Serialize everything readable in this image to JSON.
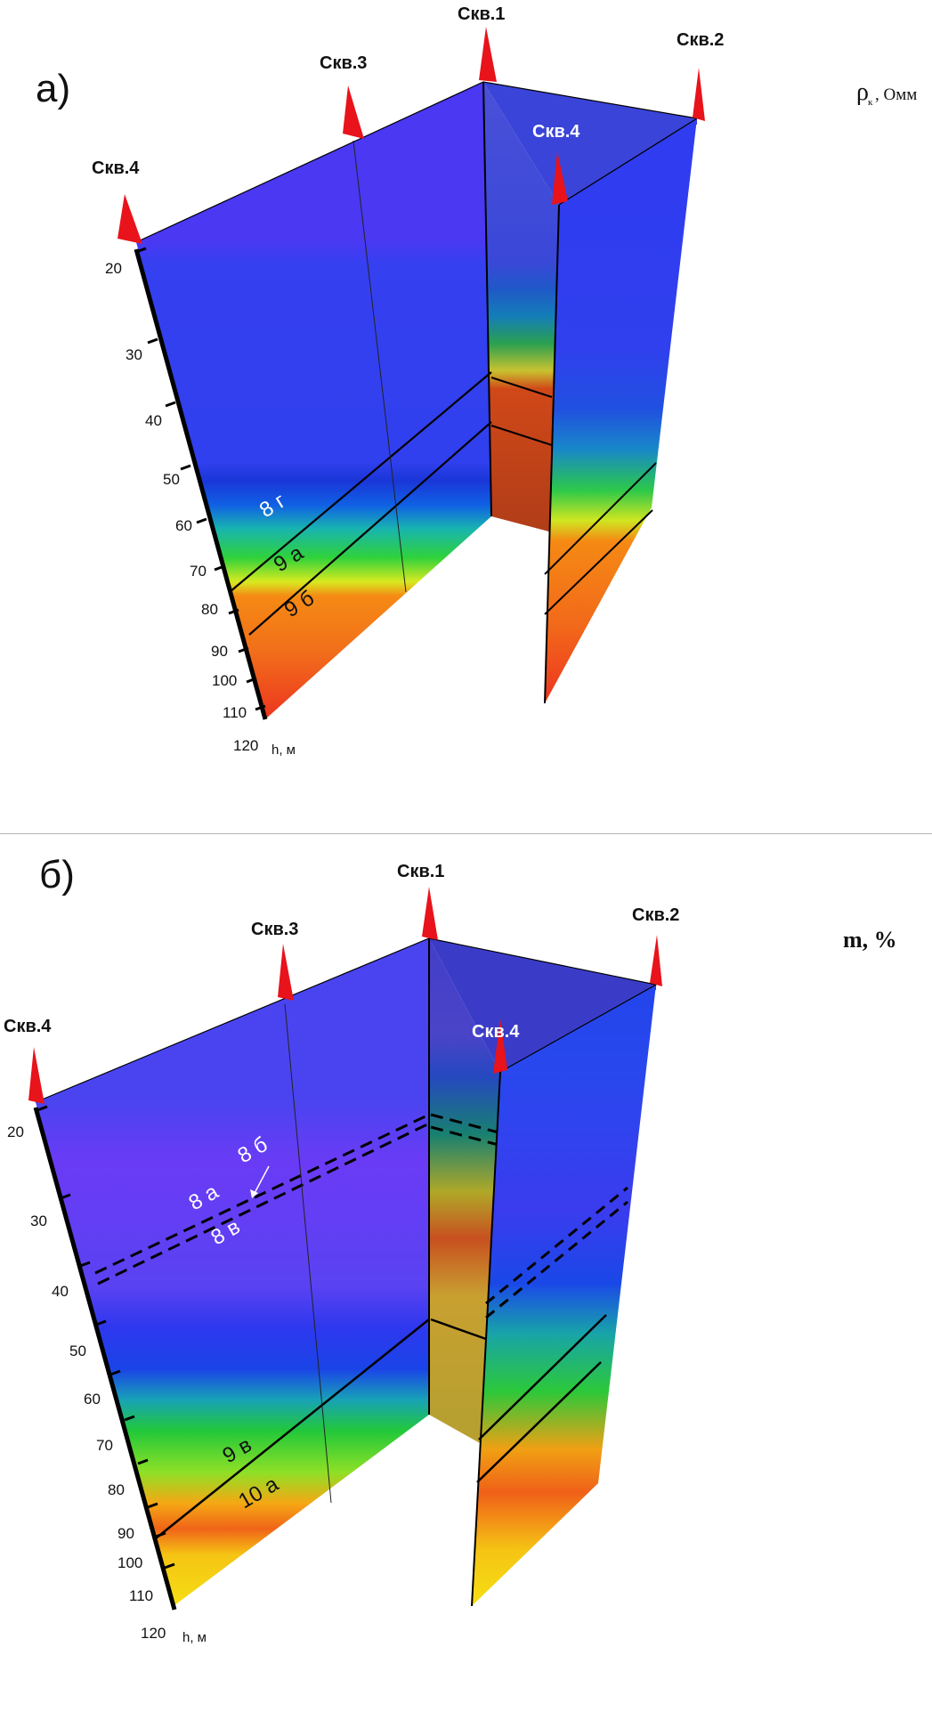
{
  "panels": [
    {
      "letter": "а)",
      "parameter_symbol": "ρ",
      "parameter_subscript": "к",
      "parameter_unit": ", Омм",
      "wells": [
        "Скв.4",
        "Скв.3",
        "Скв.1",
        "Скв.2",
        "Скв.4"
      ],
      "depth_ticks": [
        "20",
        "30",
        "40",
        "50",
        "60",
        "70",
        "80",
        "90",
        "100",
        "110",
        "120"
      ],
      "depth_axis_label": "h, м",
      "layer_labels": [
        "8 г",
        "9 а",
        "9 б"
      ]
    },
    {
      "letter": "б)",
      "parameter_label": "m, %",
      "wells": [
        "Скв.4",
        "Скв.3",
        "Скв.1",
        "Скв.2",
        "Скв.4"
      ],
      "depth_ticks": [
        "20",
        "30",
        "40",
        "50",
        "60",
        "70",
        "80",
        "90",
        "100",
        "110",
        "120"
      ],
      "depth_axis_label": "h, м",
      "layer_labels": [
        "8 б",
        "8 а",
        "8 в",
        "9 в",
        "10 а"
      ]
    }
  ],
  "colors": {
    "deep_blue": "#2f3cf0",
    "violet": "#6a3bf5",
    "green": "#22c83a",
    "yellow": "#f5e414",
    "orange": "#f56f12",
    "red": "#ee2a18",
    "marker_red": "#e8131b"
  }
}
